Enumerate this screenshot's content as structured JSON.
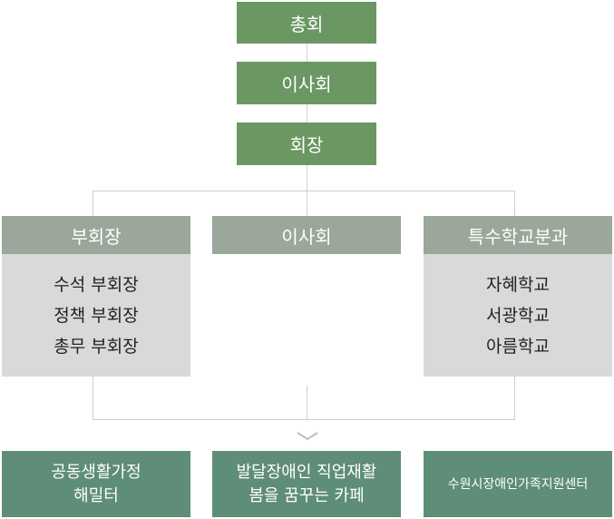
{
  "top": {
    "general_assembly": "총회",
    "board": "이사회",
    "president": "회장"
  },
  "branches": {
    "vice_president": {
      "title": "부회장",
      "items": [
        "수석 부회장",
        "정책 부회장",
        "총무 부회장"
      ]
    },
    "board": {
      "title": "이사회"
    },
    "special_school": {
      "title": "특수학교분과",
      "items": [
        "자혜학교",
        "서광학교",
        "아름학교"
      ]
    }
  },
  "bottom": {
    "group_home": [
      "공동생활가정",
      "해밀터"
    ],
    "cafe": [
      "발달장애인 직업재활",
      "봄을 꿈꾸는 카페"
    ],
    "family_center": "수원시장애인가족지원센터"
  },
  "colors": {
    "top_green": "#6b9762",
    "branch_head_gray": "#9aa79a",
    "branch_body_gray": "#d9d9d9",
    "bottom_teal": "#5e8d78",
    "connector": "#cfcfcf"
  },
  "icons": {
    "merge_arrow": "chevron-down-icon"
  }
}
